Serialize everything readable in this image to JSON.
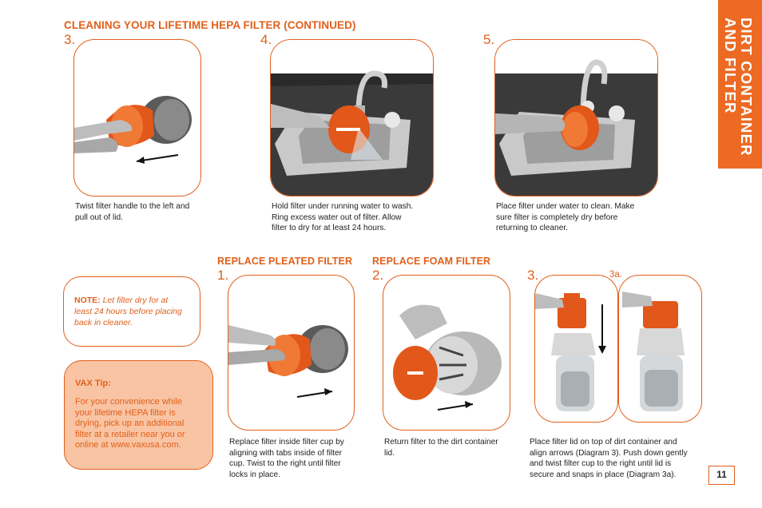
{
  "section_tab": {
    "line1": "DIRT CONTAINER",
    "line2": "AND FILTER"
  },
  "cleaning": {
    "title": "CLEANING YOUR LIFETIME HEPA FILTER (CONTINUED)",
    "steps": [
      {
        "num": "3.",
        "caption": [
          "Twist filter handle to the left and",
          "pull out of lid."
        ]
      },
      {
        "num": "4.",
        "caption": [
          "Hold filter under running water to wash.",
          "Ring excess water out of filter.  Allow",
          "filter to dry for at least 24 hours."
        ]
      },
      {
        "num": "5.",
        "caption": [
          "Place filter under water to clean. Make",
          "sure filter is completely dry before",
          "returning to cleaner."
        ]
      }
    ]
  },
  "note": {
    "label": "NOTE:",
    "lines": [
      "Let filter dry for at",
      "least 24 hours before placing",
      "back in cleaner."
    ]
  },
  "tip": {
    "label": "VAX Tip:",
    "lines": [
      "For your convenience while",
      "your lifetime HEPA filter is",
      "drying, pick up an additional",
      "filter at a retailer near you or",
      "online at www.vaxusa.com."
    ]
  },
  "replace_pleated": {
    "title": "REPLACE PLEATED FILTER",
    "num": "1.",
    "caption": [
      "Replace filter inside filter cup by",
      "aligning with tabs inside of filter",
      "cup. Twist to the right until filter",
      "locks in place."
    ]
  },
  "replace_foam": {
    "title": "REPLACE FOAM FILTER",
    "num": "2.",
    "caption": [
      "Return filter to the dirt container",
      "lid."
    ]
  },
  "step3": {
    "num": "3.",
    "sub": "3a.",
    "caption": [
      "Place filter lid on top of dirt container and",
      "align arrows (Diagram 3). Push down gently",
      "and twist filter cup to the right until lid is",
      "secure and snaps in place (Diagram 3a)."
    ]
  },
  "page_number": "11",
  "colors": {
    "accent": "#e0601b",
    "tab": "#ec6a24",
    "tip_bg": "#f9c4a3"
  }
}
